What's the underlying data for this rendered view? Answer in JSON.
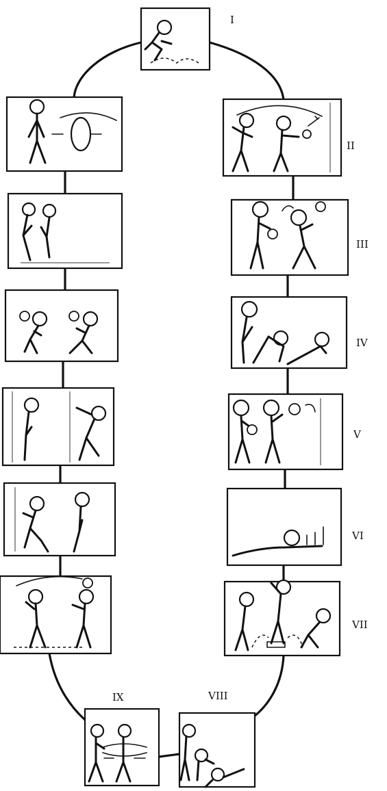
{
  "stations": [
    {
      "id": "s1",
      "label": "I"
    },
    {
      "id": "s2",
      "label": "II"
    },
    {
      "id": "s3",
      "label": "III"
    },
    {
      "id": "s4",
      "label": "IV"
    },
    {
      "id": "s5",
      "label": "V"
    },
    {
      "id": "s6",
      "label": "VI"
    },
    {
      "id": "s7",
      "label": "VII"
    },
    {
      "id": "s8",
      "label": "VIII"
    },
    {
      "id": "s9",
      "label": "IX"
    },
    {
      "id": "s10",
      "label": ""
    },
    {
      "id": "s11",
      "label": ""
    },
    {
      "id": "s12",
      "label": ""
    },
    {
      "id": "s13",
      "label": ""
    },
    {
      "id": "s14",
      "label": ""
    },
    {
      "id": "s15",
      "label": ""
    }
  ]
}
